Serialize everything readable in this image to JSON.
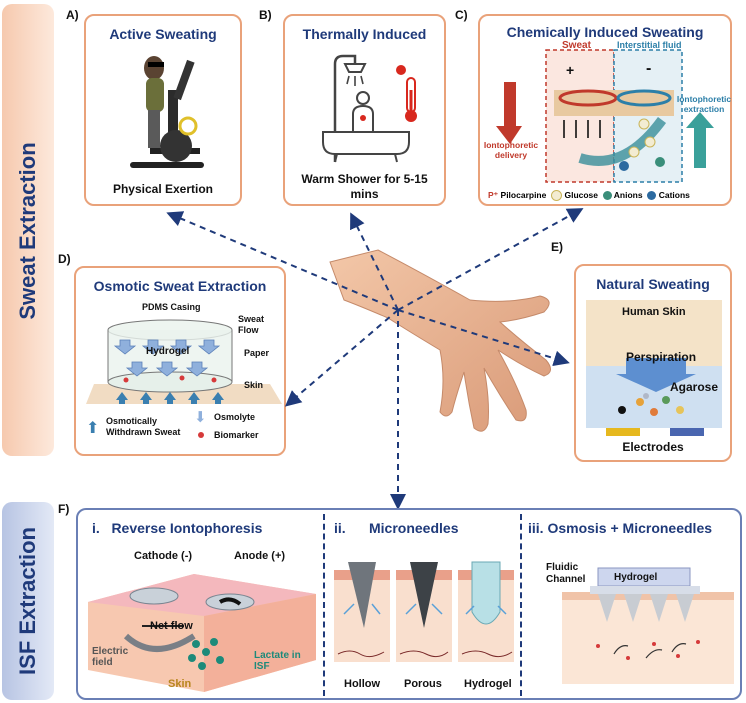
{
  "sections": {
    "sweat": "Sweat Extraction",
    "isf": "ISF Extraction"
  },
  "panelA": {
    "letter": "A)",
    "title": "Active Sweating",
    "caption": "Physical Exertion"
  },
  "panelB": {
    "letter": "B)",
    "title": "Thermally Induced",
    "caption": "Warm Shower for 5-15 mins"
  },
  "panelC": {
    "letter": "C)",
    "title": "Chemically Induced Sweating",
    "sweat": "Sweat",
    "interstitial": "Interstitial fluid",
    "plus": "+",
    "minus": "-",
    "delivery": "Iontophoretic delivery",
    "extraction": "Iontophoretic extraction",
    "p_label": "P⁺",
    "legend": [
      {
        "symbol": "P⁺",
        "label": "Pilocarpine",
        "color": "#c0392b"
      },
      {
        "symbol": "G",
        "label": "Glucose",
        "color": "#c9b458"
      },
      {
        "symbol": "-",
        "label": "Anions",
        "color": "#3a8e7a"
      },
      {
        "symbol": "+",
        "label": "Cations",
        "color": "#2c6aa0"
      }
    ]
  },
  "panelD": {
    "letter": "D)",
    "title": "Osmotic Sweat Extraction",
    "casing": "PDMS Casing",
    "hydrogel": "Hydrogel",
    "sweat_flow": "Sweat Flow",
    "paper": "Paper",
    "skin": "Skin",
    "legend_withdrawn": "Osmotically Withdrawn Sweat",
    "legend_osmolyte": "Osmolyte",
    "legend_biomarker": "Biomarker"
  },
  "panelE": {
    "letter": "E)",
    "title": "Natural Sweating",
    "human_skin": "Human Skin",
    "perspiration": "Perspiration",
    "agarose": "Agarose",
    "electrodes": "Electrodes"
  },
  "panelF": {
    "letter": "F)",
    "sub1": {
      "label": "i.   Reverse Iontophoresis",
      "cathode": "Cathode (-)",
      "anode": "Anode (+)",
      "net_flow": "Net flow",
      "electric_field": "Electric field",
      "skin": "Skin",
      "lactate": "Lactate in ISF"
    },
    "sub2": {
      "label": "ii.      Microneedles",
      "hollow": "Hollow",
      "porous": "Porous",
      "hydrogel": "Hydrogel"
    },
    "sub3": {
      "label": "iii. Osmosis + Microneedles",
      "fluidic": "Fluidic Channel",
      "hydrogel": "Hydrogel"
    }
  },
  "colors": {
    "title_blue": "#1f3a7a",
    "panel_border": "#e9a27a",
    "isf_border": "#6a7fb5",
    "sweat_red": "#c0392b"
  }
}
